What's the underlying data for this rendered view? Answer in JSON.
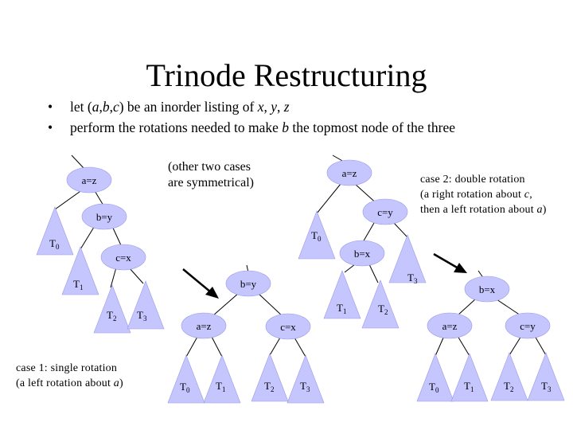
{
  "slide": {
    "title": "Trinode Restructuring",
    "bullets": [
      "let (a,b,c) be an inorder listing of x, y, z",
      "perform the rotations needed to make b the topmost node of the three"
    ],
    "note": [
      "(other two cases",
      "are symmetrical)"
    ],
    "case1": [
      "case 1: single rotation",
      "(a left rotation about a)"
    ],
    "case2": [
      "case 2: double rotation",
      "(a right rotation about c,",
      "then a left rotation about a)"
    ]
  },
  "labels": {
    "a_eq_z": "a=z",
    "b_eq_y": "b=y",
    "c_eq_x": "c=x",
    "c_eq_y": "c=y",
    "b_eq_x": "b=x",
    "t0": "T0",
    "t1": "T1",
    "t2": "T2",
    "t3": "T3"
  },
  "colors": {
    "node_fill": "#C6C6FF",
    "text": "#000000"
  }
}
